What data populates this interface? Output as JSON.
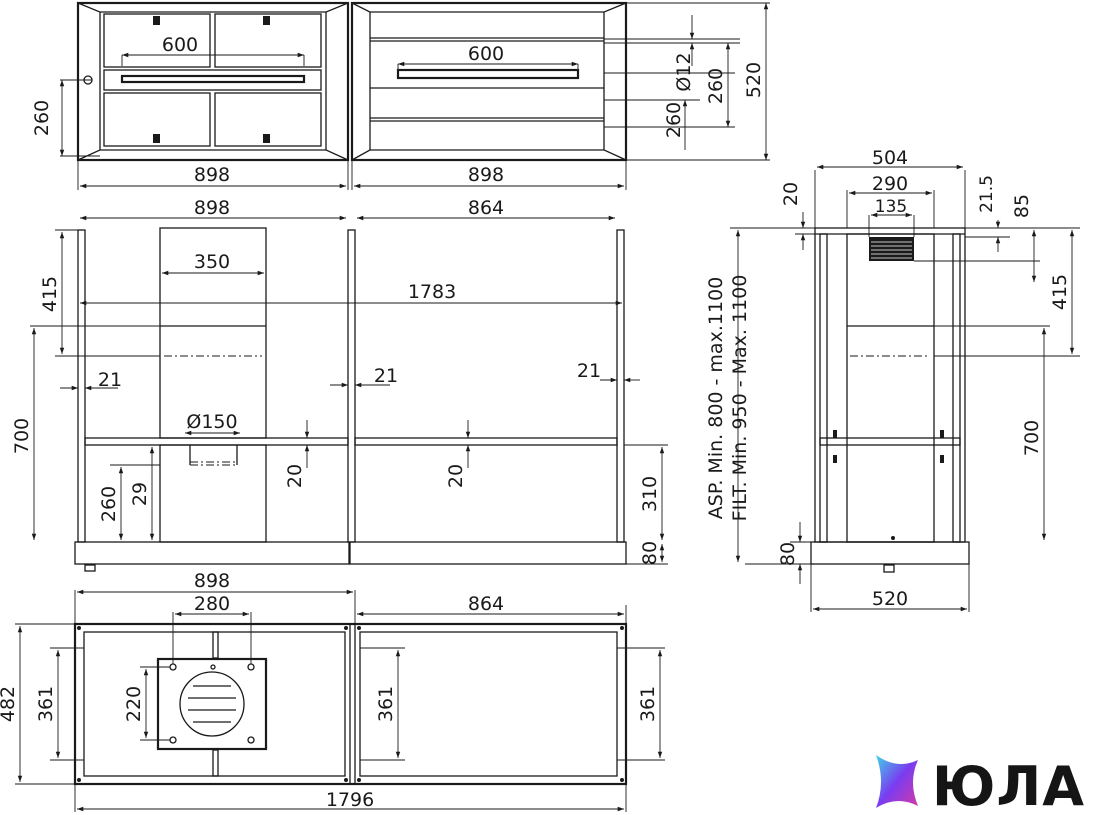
{
  "dims": {
    "top": {
      "shelf_left": "600",
      "shelf_right": "600",
      "left_height": "260",
      "hole_diameter": "Ø12",
      "right_height_a": "260",
      "right_height_b": "260",
      "total_depth": "520",
      "width_left": "898",
      "width_right": "898"
    },
    "front": {
      "width_left": "898",
      "width_right": "864",
      "duct_width": "350",
      "total_width": "1783",
      "upper_height": "415",
      "side_height": "700",
      "thick_left": "21",
      "thick_mid": "21",
      "thick_right": "21",
      "duct_diameter": "Ø150",
      "shelf_thick_a": "20",
      "shelf_thick_b": "20",
      "lower_height": "260",
      "lower_offset": "29",
      "cabinet_height": "310",
      "base_height": "80"
    },
    "side": {
      "outer_width": "504",
      "inner_width": "290",
      "duct_width": "135",
      "top_thick": "20",
      "gap": "21.5",
      "grille_height": "85",
      "asp_label": "ASP.  Min. 800  -  max.1100",
      "filt_label": "FILT. Min. 950  -  Max. 1100",
      "upper_height": "415",
      "side_height": "700",
      "base_height": "80",
      "depth": "520"
    },
    "plan": {
      "width_left": "898",
      "inner_width": "280",
      "width_right": "864",
      "total_depth": "482",
      "depth_left": "361",
      "plate_height": "220",
      "depth_mid": "361",
      "depth_right": "361",
      "total_width": "1796"
    }
  },
  "logo": {
    "text": "ЮЛА",
    "name": "yula-logo"
  },
  "colors": {
    "ink": "#1a1a1a",
    "logo_cyan": "#3fd4e8",
    "logo_violet": "#7a3cf0",
    "logo_magenta": "#d63aa6"
  }
}
